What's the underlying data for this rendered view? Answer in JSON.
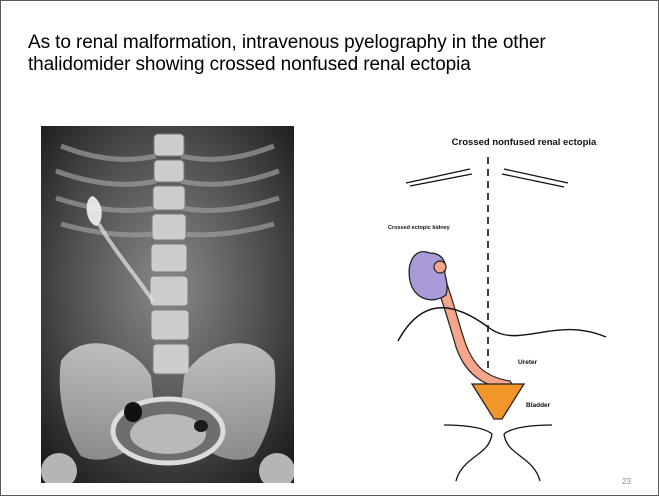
{
  "slide": {
    "title": "As to renal malformation, intravenous pyelography in the other thalidomider showing crossed nonfused renal ectopia",
    "page_number": "23"
  },
  "diagram": {
    "heading": "Crossed nonfused renal ectopia",
    "kidney_label": "Crossed ectopic kidney",
    "ureter_label": "Ureter",
    "bladder_label": "Bladder",
    "colors": {
      "kidney_fill": "#a99bd8",
      "ureter_fill": "#f4a58a",
      "bladder_fill": "#f0962a"
    }
  }
}
